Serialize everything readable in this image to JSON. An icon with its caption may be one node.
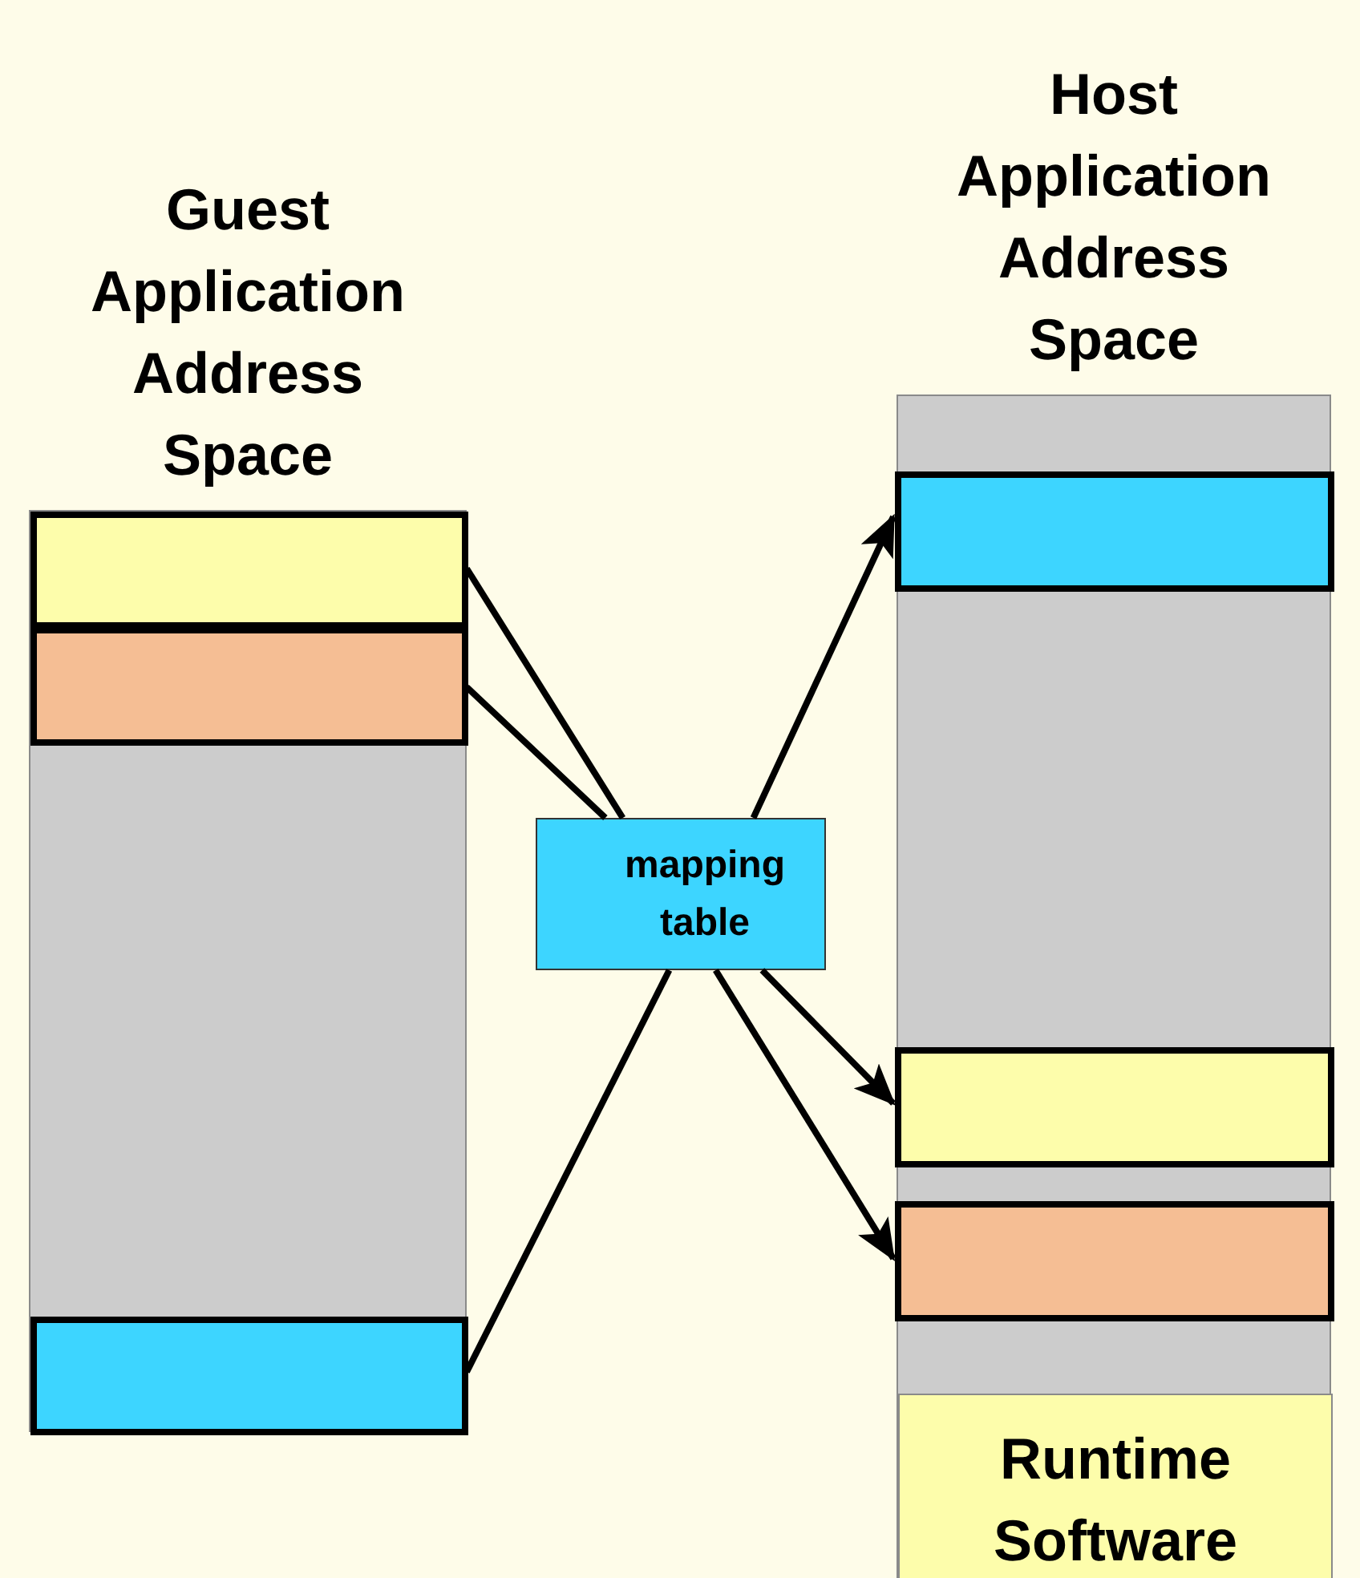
{
  "diagram": {
    "nodes": [
      {
        "text": [
          "Guest Application Address Space"
        ]
      },
      {
        "text": [],
        "shape": "box",
        "in": 0
      },
      {
        "text": [],
        "shape": "box",
        "in": 0
      },
      {
        "text": [],
        "shape": "box",
        "in": 0
      },
      {
        "text": [
          "mapping table"
        ]
      },
      {
        "text": [
          "Host Application Address Space"
        ]
      },
      {
        "text": [],
        "shape": "box",
        "in": 5
      },
      {
        "text": [],
        "shape": "box",
        "in": 5
      },
      {
        "text": [],
        "shape": "box",
        "in": 5
      },
      {
        "text": [
          "Runtime Software"
        ],
        "in": 5
      }
    ],
    "edges": [
      {
        "from": 1,
        "to": 4,
        "arrow": "none"
      },
      {
        "from": 2,
        "to": 4,
        "arrow": "none"
      },
      {
        "from": 3,
        "to": 4,
        "arrow": "none"
      },
      {
        "from": 4,
        "to": 6,
        "arrow": "to"
      },
      {
        "from": 4,
        "to": 7,
        "arrow": "to"
      },
      {
        "from": 4,
        "to": 8,
        "arrow": "to"
      }
    ]
  }
}
